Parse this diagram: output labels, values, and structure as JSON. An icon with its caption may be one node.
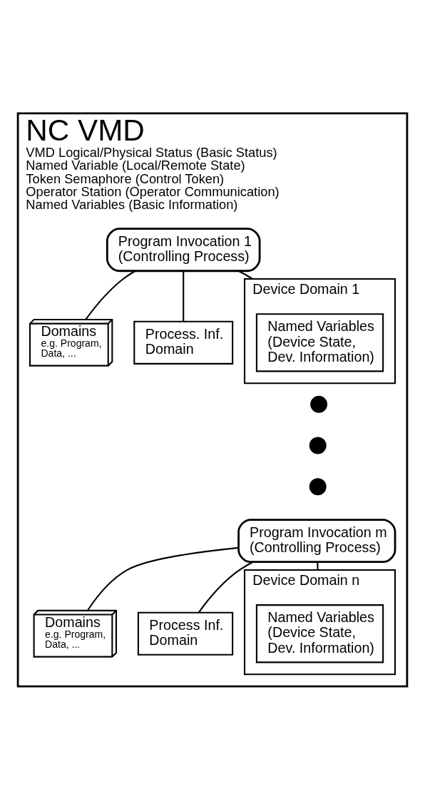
{
  "diagram": {
    "nodes": [
      {
        "text": [
          "NC VMD",
          "VMD Logical/Physical Status (Basic Status)",
          "Named Variable (Local/Remote State)",
          "Token Semaphore (Control Token)",
          "Operator Station (Operator Communication)",
          "Named Variables (Basic Information)"
        ]
      },
      {
        "text": [
          "Program Invocation 1 (Controlling Process)"
        ],
        "in": 0
      },
      {
        "text": [
          "Domains",
          "e.g. Program, Data, ..."
        ],
        "in": 0
      },
      {
        "text": [
          "Process. Inf. Domain"
        ],
        "in": 0
      },
      {
        "text": [
          "Device Domain 1"
        ],
        "in": 0
      },
      {
        "text": [
          "Named Variables (Device State, Dev. Information)"
        ],
        "in": 4
      },
      {
        "text": [],
        "shape": "circle",
        "in": 0
      },
      {
        "text": [],
        "shape": "circle",
        "in": 0
      },
      {
        "text": [],
        "shape": "circle",
        "in": 0
      },
      {
        "text": [
          "Program Invocation m (Controlling Process)"
        ],
        "in": 0
      },
      {
        "text": [
          "Domains",
          "e.g. Program, Data, ..."
        ],
        "in": 0
      },
      {
        "text": [
          "Process Inf. Domain"
        ],
        "in": 0
      },
      {
        "text": [
          "Device Domain n"
        ],
        "in": 0
      },
      {
        "text": [
          "Named Variables (Device State, Dev. Information)"
        ],
        "in": 12
      }
    ],
    "edges": [
      {
        "from": 1,
        "to": 2,
        "arrow": "none"
      },
      {
        "from": 1,
        "to": 3,
        "arrow": "none"
      },
      {
        "from": 1,
        "to": 4,
        "arrow": "none"
      },
      {
        "from": 9,
        "to": 10,
        "arrow": "none"
      },
      {
        "from": 9,
        "to": 11,
        "arrow": "none"
      },
      {
        "from": 9,
        "to": 12,
        "arrow": "none"
      }
    ]
  }
}
